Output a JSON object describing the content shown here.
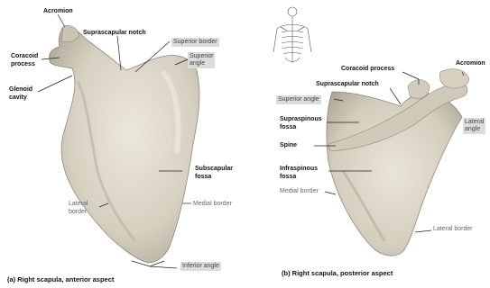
{
  "left_panel": {
    "caption": "(a) Right scapula, anterior aspect",
    "labels": {
      "acromion": "Acromion",
      "coracoid_l1": "Coracoid",
      "coracoid_l2": "process",
      "suprascapular_notch": "Suprascapular notch",
      "superior_border": "Superior border",
      "superior_angle_l1": "Superior",
      "superior_angle_l2": "angle",
      "glenoid_l1": "Glenoid",
      "glenoid_l2": "cavity",
      "subscapular_l1": "Subscapular",
      "subscapular_l2": "fossa",
      "lateral_border_l1": "Lateral",
      "lateral_border_l2": "border",
      "medial_border": "Medial border",
      "inferior_angle": "Inferior angle"
    }
  },
  "right_panel": {
    "caption": "(b) Right scapula, posterior aspect",
    "labels": {
      "coracoid_process": "Coracoid process",
      "acromion": "Acromion",
      "suprascapular_notch": "Suprascapular notch",
      "superior_angle": "Superior angle",
      "supraspinous_l1": "Supraspinous",
      "supraspinous_l2": "fossa",
      "lateral_angle_l1": "Lateral",
      "lateral_angle_l2": "angle",
      "spine": "Spine",
      "infraspinous_l1": "Infraspinous",
      "infraspinous_l2": "fossa",
      "medial_border": "Medial border",
      "lateral_border": "Lateral border"
    }
  },
  "colors": {
    "bone_fill": "#d9d4c6",
    "bone_shadow": "#a8a293",
    "label_box": "#dcdcdc",
    "leader": "#222222"
  },
  "icons": {
    "skeleton_thumbnail": "skeleton-icon"
  }
}
